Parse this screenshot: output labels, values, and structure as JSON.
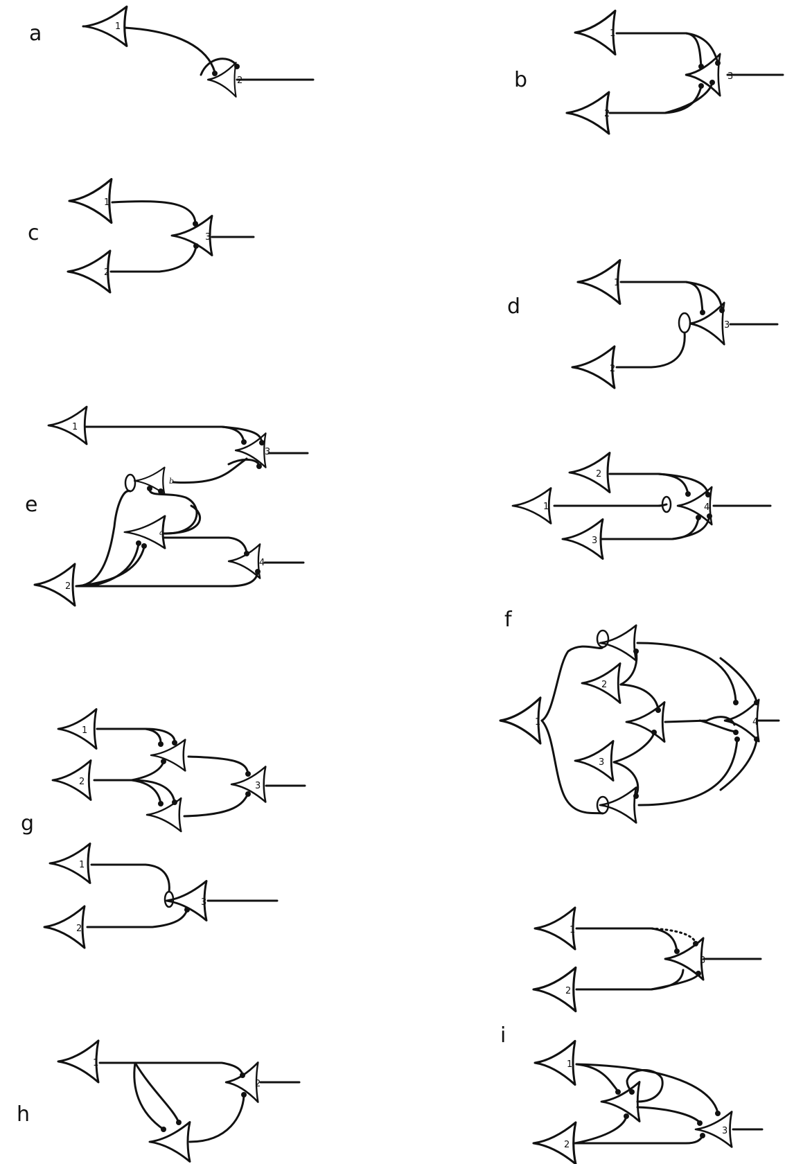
{
  "figure": {
    "panels": [
      {
        "id": "a",
        "label": "a",
        "neurons": [
          "1",
          "2"
        ]
      },
      {
        "id": "b",
        "label": "b",
        "neurons": [
          "1",
          "2",
          "3"
        ]
      },
      {
        "id": "c",
        "label": "c",
        "neurons": [
          "1",
          "2",
          "3"
        ]
      },
      {
        "id": "d",
        "label": "d",
        "neurons": [
          "1",
          "2",
          "3"
        ]
      },
      {
        "id": "e",
        "label": "e",
        "neurons": [
          "1",
          "b",
          "3",
          "a",
          "2",
          "4"
        ]
      },
      {
        "id": "f",
        "label": "f",
        "neurons": [
          "2",
          "1",
          "4",
          "3",
          "2",
          "1",
          "3",
          "4"
        ]
      },
      {
        "id": "g",
        "label": "g",
        "neurons": [
          "1",
          "2",
          "3",
          "1",
          "2",
          "3"
        ]
      },
      {
        "id": "h",
        "label": "h",
        "neurons": [
          "1",
          "2"
        ]
      },
      {
        "id": "i",
        "label": "i",
        "neurons": [
          "1",
          "2",
          "3",
          "1",
          "2",
          "3"
        ]
      }
    ]
  }
}
